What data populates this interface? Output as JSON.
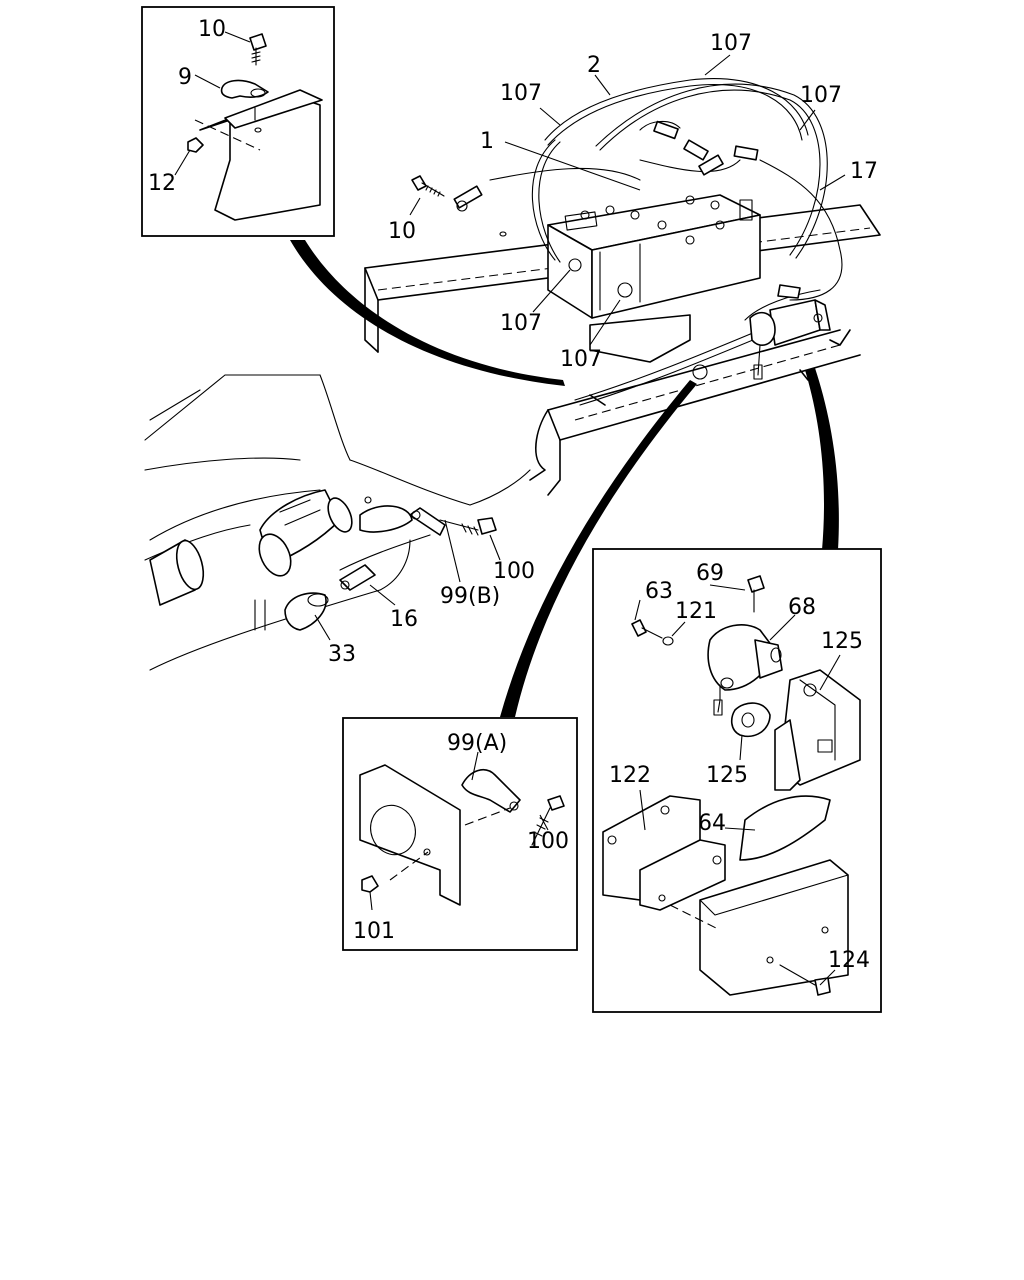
{
  "callouts": {
    "c_10_inset": "10",
    "c_9": "9",
    "c_12": "12",
    "c_2": "2",
    "c_107_top": "107",
    "c_107_left": "107",
    "c_107_right": "107",
    "c_1": "1",
    "c_17": "17",
    "c_10_main": "10",
    "c_107_bl1": "107",
    "c_107_bl2": "107",
    "c_100_main": "100",
    "c_99b": "99(B)",
    "c_16": "16",
    "c_33": "33",
    "c_99a": "99(A)",
    "c_100_inset": "100",
    "c_101": "101",
    "c_69": "69",
    "c_63": "63",
    "c_121": "121",
    "c_68": "68",
    "c_125_top": "125",
    "c_125_bot": "125",
    "c_122": "122",
    "c_64": "64",
    "c_124": "124"
  }
}
